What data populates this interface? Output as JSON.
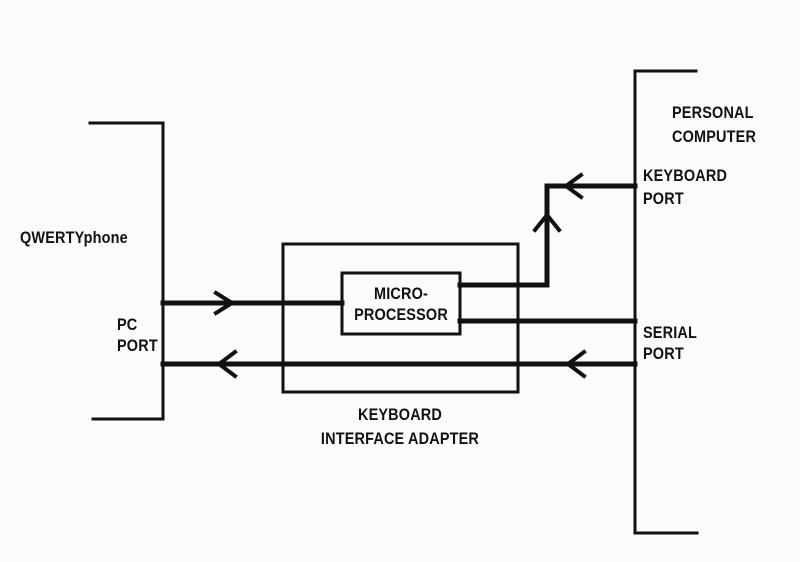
{
  "diagram": {
    "nodes": {
      "qwertyphone": {
        "label": "QWERTYphone"
      },
      "pc_port": {
        "line1": "PC",
        "line2": "PORT"
      },
      "personal_computer": {
        "line1": "PERSONAL",
        "line2": "COMPUTER"
      },
      "keyboard_port": {
        "line1": "KEYBOARD",
        "line2": "PORT"
      },
      "serial_port": {
        "line1": "SERIAL",
        "line2": "PORT"
      },
      "microprocessor": {
        "line1": "MICRO-",
        "line2": "PROCESSOR"
      },
      "adapter": {
        "line1": "KEYBOARD",
        "line2": "INTERFACE ADAPTER"
      }
    },
    "edges": [
      {
        "from": "PC PORT",
        "to": "MICROPROCESSOR",
        "direction": "right"
      },
      {
        "from": "MICROPROCESSOR",
        "to": "KEYBOARD PORT",
        "direction": "up / left as drawn"
      },
      {
        "from": "MICROPROCESSOR",
        "to": "SERIAL PORT",
        "direction": "none"
      },
      {
        "from": "SERIAL PORT",
        "to": "PC PORT",
        "direction": "left"
      }
    ],
    "colors": {
      "ink": "#111111",
      "paper": "#fbfbfa"
    }
  }
}
